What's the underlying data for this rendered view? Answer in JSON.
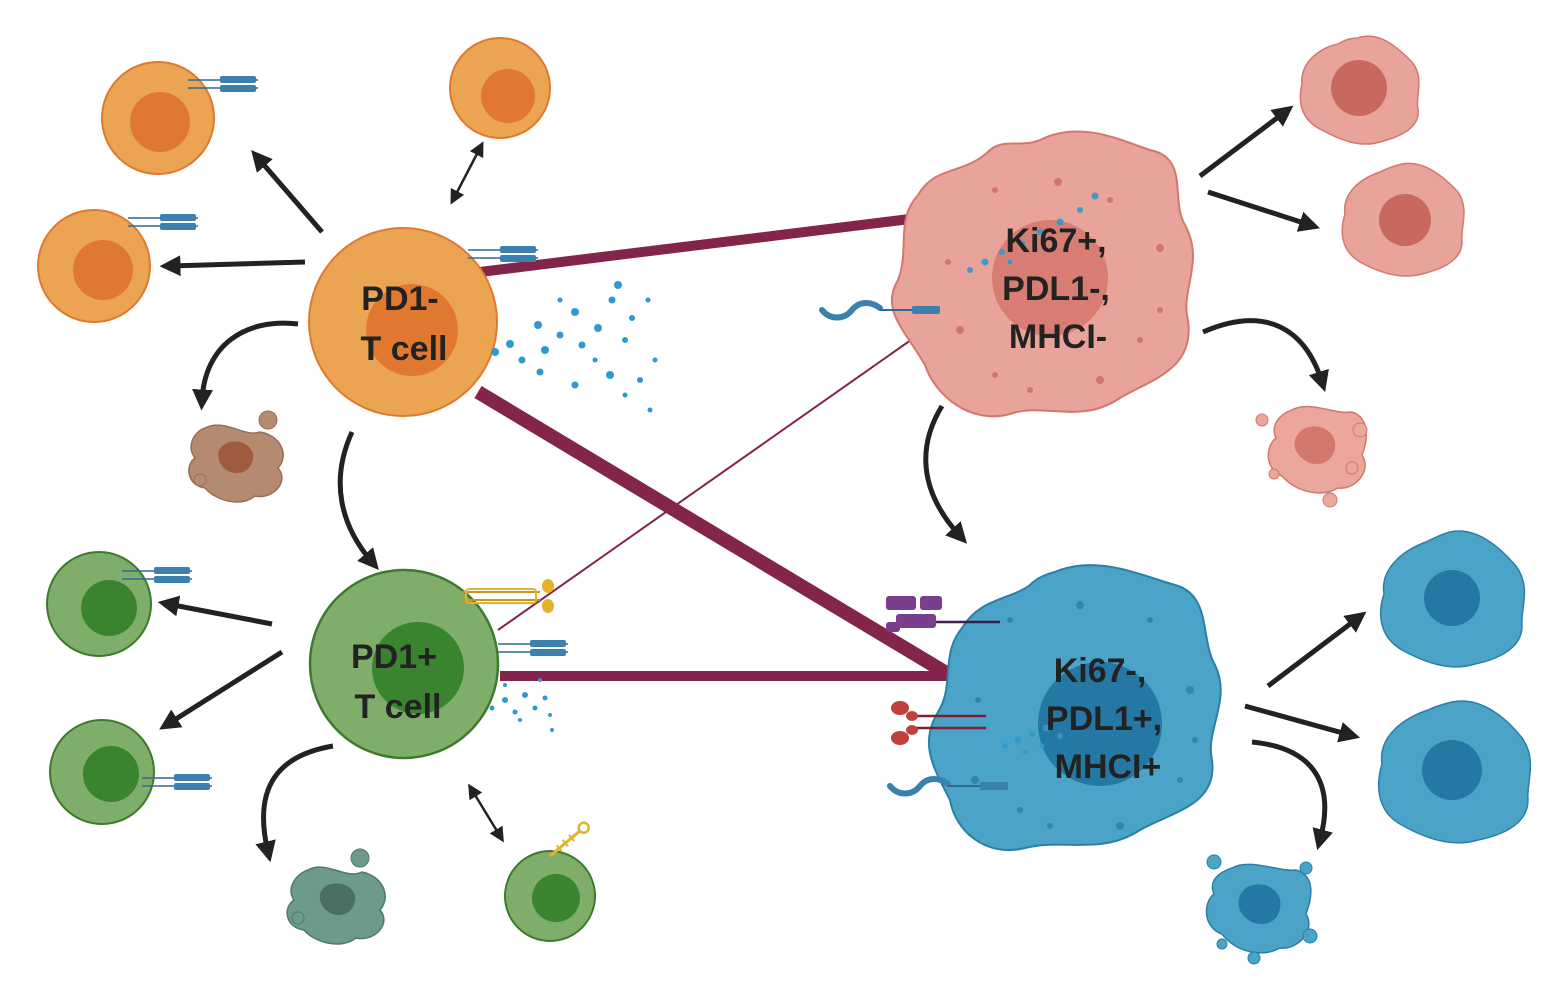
{
  "labels": {
    "pd1_neg_line1": "PD1-",
    "pd1_neg_line2": "T cell",
    "pd1_pos_line1": "PD1+",
    "pd1_pos_line2": "T cell",
    "tumor_a_line1": "Ki67+,",
    "tumor_a_line2": "PDL1-,",
    "tumor_a_line3": "MHCI-",
    "tumor_b_line1": "Ki67-,",
    "tumor_b_line2": "PDL1+,",
    "tumor_b_line3": "MHCI+"
  },
  "colors": {
    "orange_cell": "#EBA552",
    "orange_nucleus": "#E07830",
    "green_cell": "#7FAE6B",
    "green_nucleus": "#3A8430",
    "pink_cell": "#E8A49A",
    "pink_nucleus": "#D4776C",
    "blue_cell": "#4BA3C7",
    "blue_nucleus": "#2478A3",
    "connector": "#83244A",
    "arrow": "#222222",
    "cytokine": "#2F9AD0",
    "receptor": "#3C80B0",
    "pd1_receptor": "#E5B22E",
    "mhc_receptor": "#7A3E8C",
    "pdl1_receptor": "#C0403E"
  },
  "icons": [
    "t-cell-receptor-icon",
    "pd1-receptor-icon",
    "cytokine-cloud-icon",
    "apoptotic-cell-icon",
    "mhc-molecule-icon",
    "pdl1-molecule-icon",
    "antigen-receptor-icon"
  ]
}
